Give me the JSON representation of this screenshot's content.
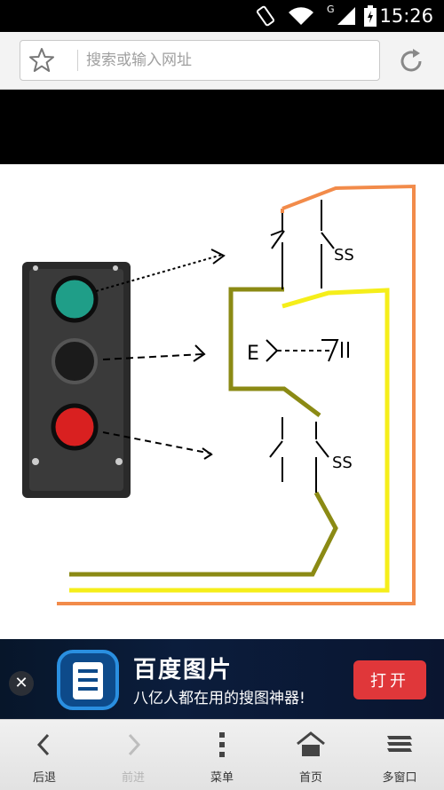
{
  "status_bar": {
    "time": "15:26",
    "network_label": "G",
    "icons": [
      "rotate-lock-icon",
      "wifi-icon",
      "signal-icon",
      "battery-charging-icon"
    ]
  },
  "browser": {
    "search_placeholder": "搜索或输入网址",
    "icons": [
      "star-icon",
      "refresh-icon"
    ]
  },
  "diagram_image": {
    "labels": [
      "SS",
      "E",
      "SS"
    ],
    "line_colors": {
      "orange": "#f28b4a",
      "yellow": "#f5ee1a",
      "olive": "#8b8a14"
    },
    "button_colors": {
      "green": "#1f9e88",
      "black": "#1b1b1b",
      "red": "#d92020"
    }
  },
  "ad_banner": {
    "brand": "百度图片",
    "slogan": "八亿人都在用的搜图神器!",
    "open_button": "打开",
    "accent_color": "#e0373a"
  },
  "toolbar": {
    "items": [
      {
        "label": "后退",
        "icon": "back-arrow-icon",
        "enabled": true
      },
      {
        "label": "前进",
        "icon": "forward-arrow-icon",
        "enabled": false
      },
      {
        "label": "菜单",
        "icon": "menu-dots-icon",
        "enabled": true
      },
      {
        "label": "首页",
        "icon": "home-icon",
        "enabled": true
      },
      {
        "label": "多窗口",
        "icon": "windows-icon",
        "enabled": true
      }
    ]
  }
}
